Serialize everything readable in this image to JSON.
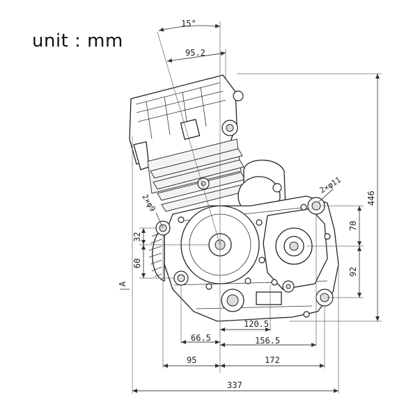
{
  "unit_label": "unit : mm",
  "dimensions": {
    "tilt_angle": "15°",
    "top_offset": "95.2",
    "height_total": "446",
    "height_upper": "70",
    "height_lower": "92",
    "left_upper": "32",
    "left_lower": "60",
    "bolt_left": "2×φ9",
    "bolt_right": "2×φ11",
    "width_120": "120.5",
    "width_66": "66.5",
    "width_156": "156.5",
    "width_95": "95",
    "width_172": "172",
    "width_total": "337",
    "section_mark": "A"
  }
}
